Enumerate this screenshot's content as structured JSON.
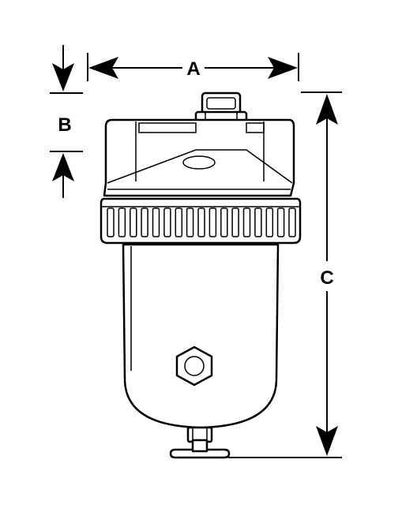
{
  "dimensions": {
    "a_label": "A",
    "b_label": "B",
    "c_label": "C"
  },
  "colors": {
    "ink": "#000000",
    "background": "#ffffff"
  }
}
